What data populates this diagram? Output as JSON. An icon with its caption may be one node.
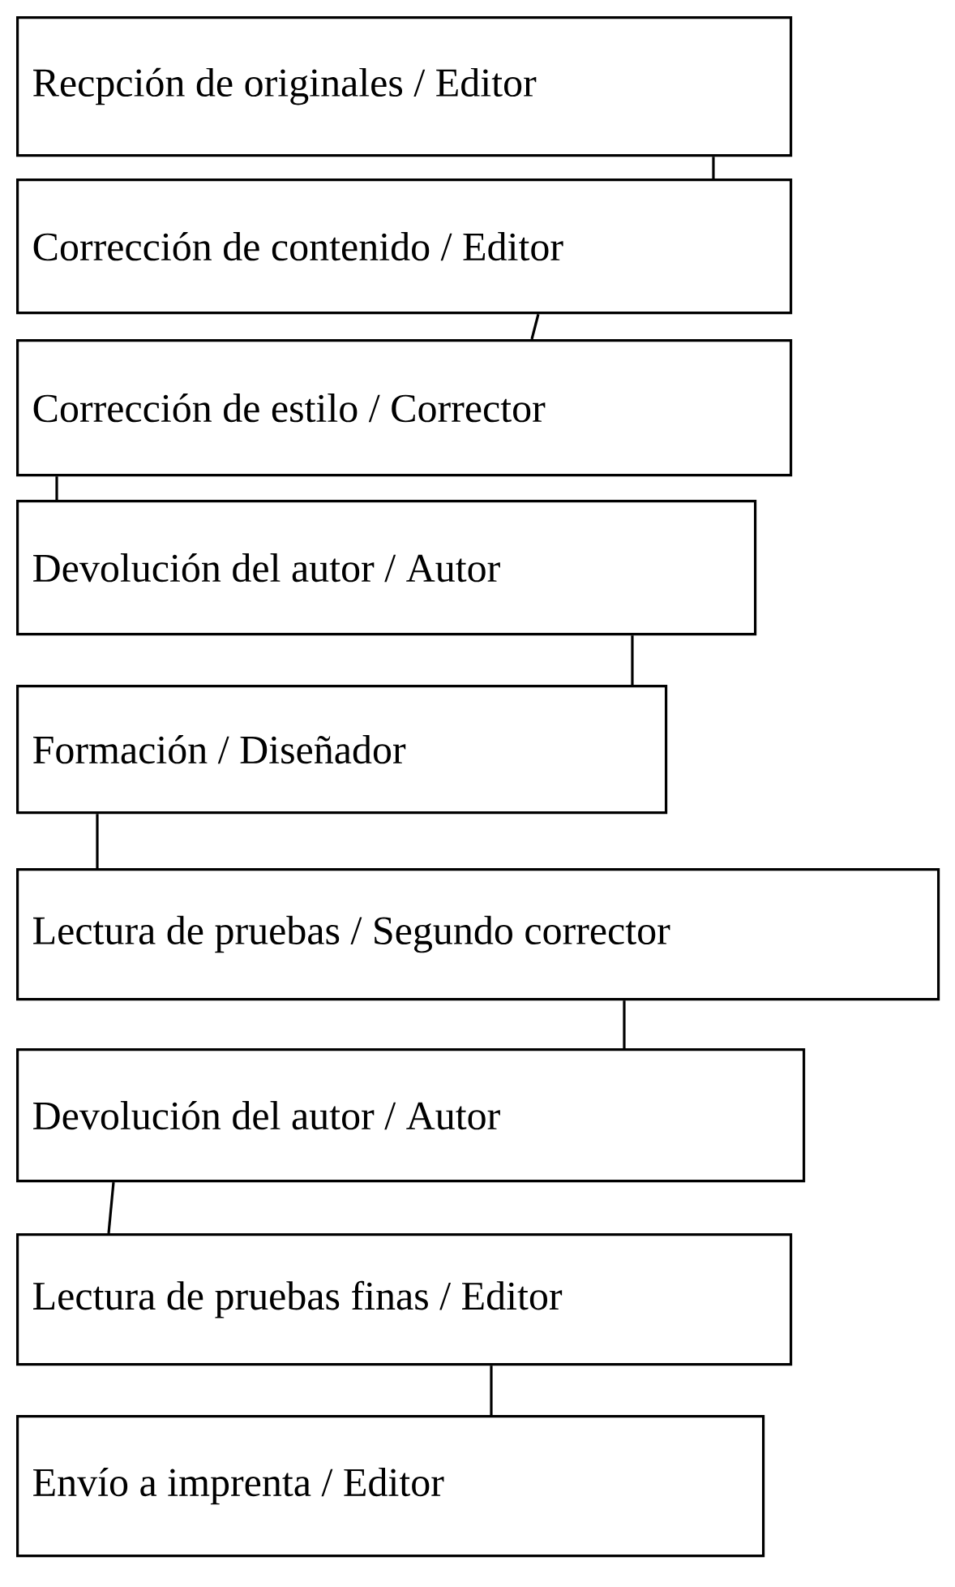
{
  "diagram": {
    "nodes": [
      {
        "text": [
          "Recpción de originales / Editor"
        ]
      },
      {
        "text": [
          "Corrección de contenido / Editor"
        ]
      },
      {
        "text": [
          "Corrección de estilo / Corrector"
        ]
      },
      {
        "text": [
          "Devolución del autor / Autor"
        ]
      },
      {
        "text": [
          "Formación / Diseñador"
        ]
      },
      {
        "text": [
          "Lectura de pruebas / Segundo corrector"
        ]
      },
      {
        "text": [
          "Devolución del autor / Autor"
        ]
      },
      {
        "text": [
          "Lectura de pruebas finas / Editor"
        ]
      },
      {
        "text": [
          "Envío a imprenta / Editor"
        ]
      }
    ],
    "edges": [
      {
        "from": 0,
        "to": 1,
        "arrow": "none"
      },
      {
        "from": 1,
        "to": 2,
        "arrow": "none"
      },
      {
        "from": 2,
        "to": 3,
        "arrow": "none"
      },
      {
        "from": 3,
        "to": 4,
        "arrow": "none"
      },
      {
        "from": 4,
        "to": 5,
        "arrow": "none"
      },
      {
        "from": 5,
        "to": 6,
        "arrow": "none"
      },
      {
        "from": 6,
        "to": 7,
        "arrow": "none"
      },
      {
        "from": 7,
        "to": 8,
        "arrow": "none"
      }
    ]
  }
}
